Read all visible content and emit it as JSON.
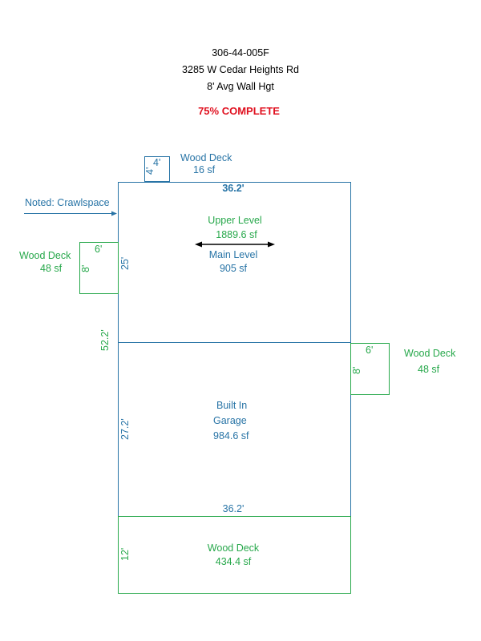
{
  "header": {
    "parcel_id": "306-44-005F",
    "address": "3285 W Cedar Heights Rd",
    "wall_height": "8' Avg Wall Hgt",
    "status": "75% COMPLETE"
  },
  "note": "Noted: Crawlspace",
  "colors": {
    "blue": "#2874a6",
    "green": "#27a84b",
    "red": "#e0101f"
  },
  "deck_top": {
    "label": "Wood Deck",
    "area": "16 sf",
    "dim_w": "4'",
    "dim_h": "4'"
  },
  "deck_left": {
    "label": "Wood Deck",
    "area": "48 sf",
    "dim_w": "6'",
    "dim_h": "8'"
  },
  "deck_right": {
    "label": "Wood Deck",
    "area": "48 sf",
    "dim_w": "6'",
    "dim_h": "8'"
  },
  "main": {
    "upper_label": "Upper Level",
    "upper_area": "1889.6 sf",
    "main_label": "Main Level",
    "main_area": "905 sf",
    "width": "36.2'",
    "depth": "25'",
    "total_depth": "52.2'"
  },
  "garage": {
    "label1": "Built In",
    "label2": "Garage",
    "area": "984.6 sf",
    "width": "36.2'",
    "depth": "27.2'"
  },
  "deck_bottom": {
    "label": "Wood Deck",
    "area": "434.4 sf",
    "depth": "12'"
  }
}
